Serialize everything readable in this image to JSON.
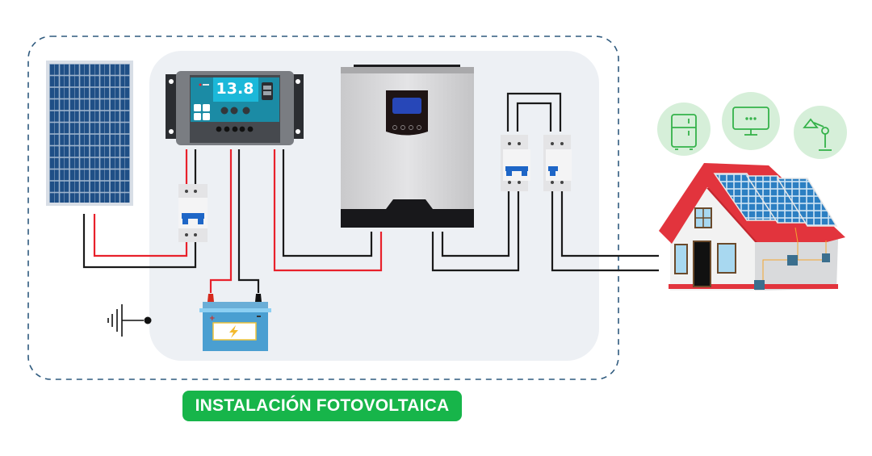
{
  "title": "INSTALACIÓN FOTOVOLTAICA",
  "colors": {
    "label_bg": "#17b54a",
    "label_text": "#ffffff",
    "dashed_border": "#2f5a7e",
    "panel_bg": "#edf0f4",
    "wire_positive": "#e8212b",
    "wire_negative": "#1a1a1a",
    "solar_cell": "#1f4f86",
    "controller_screen": "#1bb8d9",
    "inverter_display": "#2747b8",
    "battery_body": "#4a9fd1",
    "roof": "#e2343d",
    "appliance_circle": "#d6efd9",
    "appliance_stroke": "#35b24a"
  },
  "charge_controller": {
    "display_value": "13.8"
  },
  "components": [
    {
      "id": "solar-panel",
      "name": "Solar panel"
    },
    {
      "id": "charge-controller",
      "name": "Charge controller"
    },
    {
      "id": "dc-breaker",
      "name": "DC breaker"
    },
    {
      "id": "battery",
      "name": "Battery"
    },
    {
      "id": "inverter",
      "name": "Hybrid inverter"
    },
    {
      "id": "ac-breaker-2p",
      "name": "AC breaker (2-pole)"
    },
    {
      "id": "ac-breaker-1p",
      "name": "AC breaker (1-pole)"
    },
    {
      "id": "ground",
      "name": "Ground"
    },
    {
      "id": "house",
      "name": "House with rooftop solar"
    }
  ],
  "appliances": [
    {
      "icon": "fridge-icon"
    },
    {
      "icon": "tv-icon"
    },
    {
      "icon": "desk-lamp-icon"
    }
  ]
}
